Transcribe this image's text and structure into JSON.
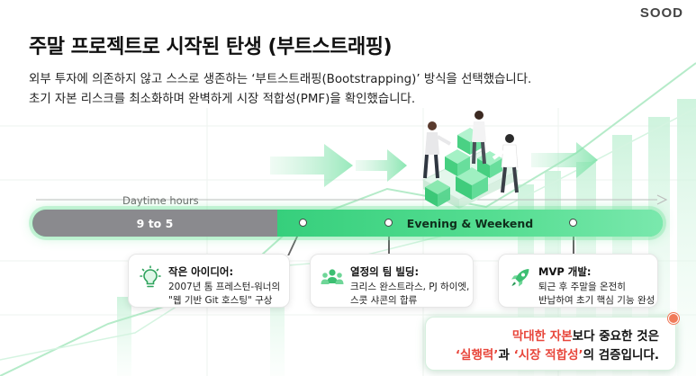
{
  "brand": "SOOD",
  "title": "주말 프로젝트로 시작된 탄생 (부트스트래핑)",
  "subtitle": [
    "외부 투자에 의존하지 않고 스스로 생존하는 ‘부트스트래핑(Bootstrapping)’ 방식을 선택했습니다.",
    "초기 자본 리스크를 최소화하며 완벽하게 시장 적합성(PMF)을 확인했습니다."
  ],
  "timeline": {
    "daytime_label": "Daytime hours",
    "day_label": "9 to 5",
    "night_label": "Evening & Weekend"
  },
  "cards": [
    {
      "icon": "lightbulb-icon",
      "title": "작은 아이디어:",
      "lines": [
        "2007년 톰 프레스턴-워너의",
        "\"웹 기반 Git 호스팅\" 구상"
      ]
    },
    {
      "icon": "team-icon",
      "title": "열정의 팀 빌딩:",
      "lines": [
        "크리스 완스트라스, PJ 하이엣,",
        "스콧 샤콘의 합류"
      ]
    },
    {
      "icon": "rocket-icon",
      "title": "MVP 개발:",
      "lines": [
        "퇴근 후 주말을 온전히",
        "반납하여 초기 핵심 기능 완성"
      ]
    }
  ],
  "callout": {
    "l1_red": "막대한 자본",
    "l1_rest": "보다 중요한 것은",
    "l2_red1": "‘실행력’",
    "l2_mid": "과 ",
    "l2_red2": "‘시장 적합성’",
    "l2_rest": "의 검증입니다."
  },
  "colors": {
    "accent_green": "#4fd98a",
    "day_gray": "#8a8a8e",
    "highlight_red": "#e8463b"
  }
}
